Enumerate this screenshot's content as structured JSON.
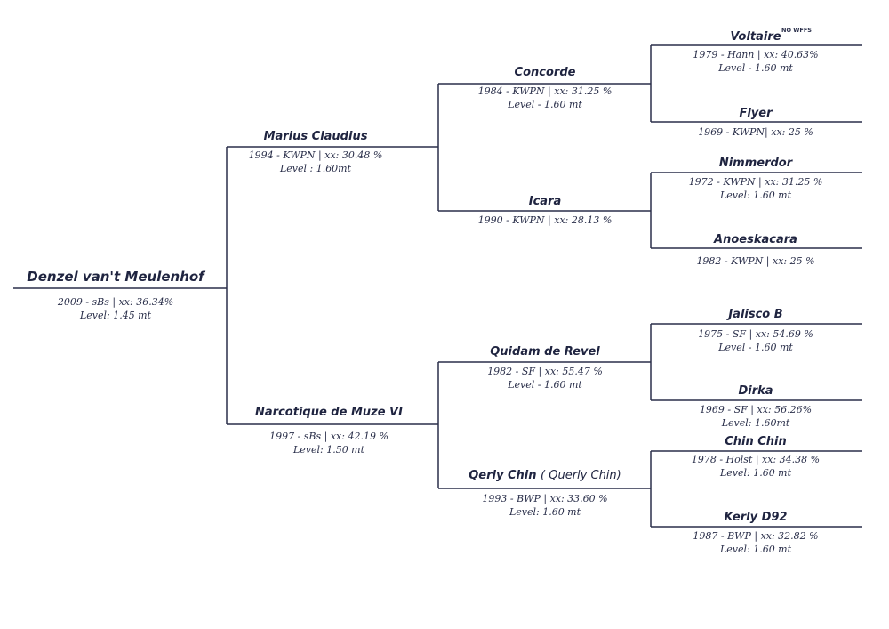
{
  "horse": {
    "name": "Denzel van't Meulenhof",
    "info1": "2009 - sBs | xx: 36.34%",
    "info2": "Level: 1.45 mt"
  },
  "sire": {
    "name": "Marius Claudius",
    "info1": "1994 - KWPN | xx: 30.48 %",
    "info2": "Level : 1.60mt"
  },
  "dam": {
    "name": "Narcotique de Muze VI",
    "info1": "1997 - sBs | xx: 42.19 %",
    "info2": "Level: 1.50 mt"
  },
  "ss": {
    "name": "Concorde",
    "info1": "1984 - KWPN | xx: 31.25 %",
    "info2": "Level - 1.60 mt"
  },
  "sd": {
    "name": "Icara",
    "info1": "1990 - KWPN | xx: 28.13 %"
  },
  "ds": {
    "name": "Quidam de Revel",
    "info1": "1982 - SF | xx: 55.47 %",
    "info2": "Level - 1.60 mt"
  },
  "dd": {
    "name": "Qerly Chin",
    "name_alt": "( Querly Chin)",
    "info1": "1993 - BWP | xx: 33.60 %",
    "info2": "Level: 1.60 mt"
  },
  "sss": {
    "name": "Voltaire",
    "note": "NO WFFS",
    "info1": "1979 - Hann |  xx: 40.63%",
    "info2": "Level - 1.60 mt"
  },
  "ssd": {
    "name": "Flyer",
    "info1": "1969 - KWPN| xx: 25 %"
  },
  "sds": {
    "name": "Nimmerdor",
    "info1": "1972 - KWPN  | xx: 31.25 %",
    "info2": "Level: 1.60 mt"
  },
  "sdd": {
    "name": "Anoeskacara",
    "info1": "1982 - KWPN | xx: 25 %"
  },
  "dss": {
    "name": "Jalisco B",
    "info1": "1975 - SF | xx: 54.69 %",
    "info2": "Level - 1.60 mt"
  },
  "dsd": {
    "name": "Dirka",
    "info1": "1969 - SF | xx: 56.26%",
    "info2": "Level: 1.60mt"
  },
  "dds": {
    "name": "Chin Chin",
    "info1": "1978 - Holst | xx: 34.38 %",
    "info2": "Level: 1.60 mt"
  },
  "ddd": {
    "name": "Kerly D92",
    "info1": "1987 - BWP | xx: 32.82 %",
    "info2": "Level: 1.60 mt"
  }
}
